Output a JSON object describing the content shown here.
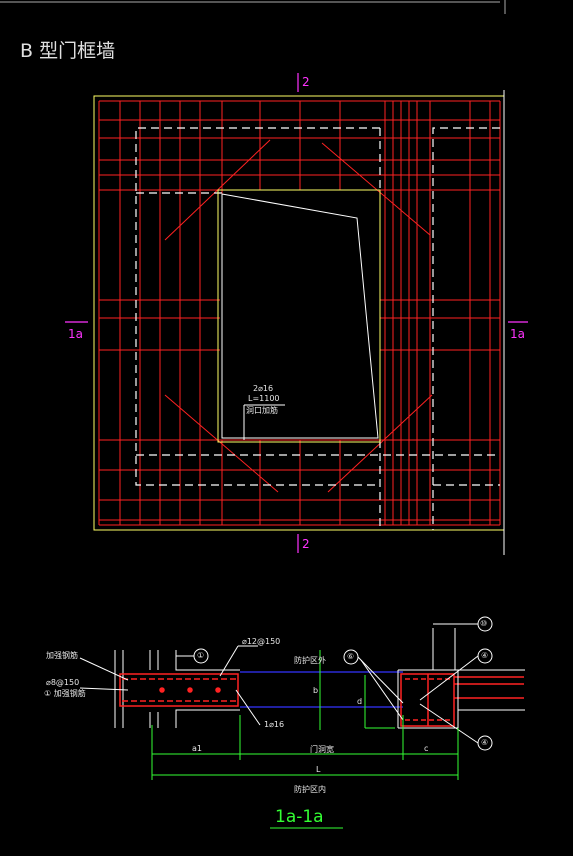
{
  "title": "B 型门框墙",
  "section_marks": {
    "top": "2",
    "bottom": "2",
    "left": "1a",
    "right": "1a"
  },
  "annotation_main": {
    "line1": "2⌀16",
    "line2": "L=1100",
    "line3": "洞口加筋"
  },
  "section_view": {
    "left_label_1": "加强钢筋",
    "left_label_2": "⌀8@150",
    "left_label_3": "① 加强钢筋",
    "top_label": "⌀12@150",
    "right_label_1": "1⌀16",
    "center_top_label": "防护区外",
    "center_bottom_label": "门洞宽",
    "bottom_label": "防护区内",
    "dim_a1": "a1",
    "dim_L": "L",
    "dim_b": "b",
    "dim_d": "d",
    "dim_c": "c",
    "callouts": [
      "①",
      "⑥",
      "⑩",
      "④",
      "④"
    ],
    "section_title": "1a-1a"
  },
  "colors": {
    "background": "#000000",
    "rebar": "#ff2222",
    "dashed": "#ffffff",
    "frame": "#ffff66",
    "blue": "#3333ff",
    "green": "#33ff33",
    "magenta": "#ff33ff"
  }
}
